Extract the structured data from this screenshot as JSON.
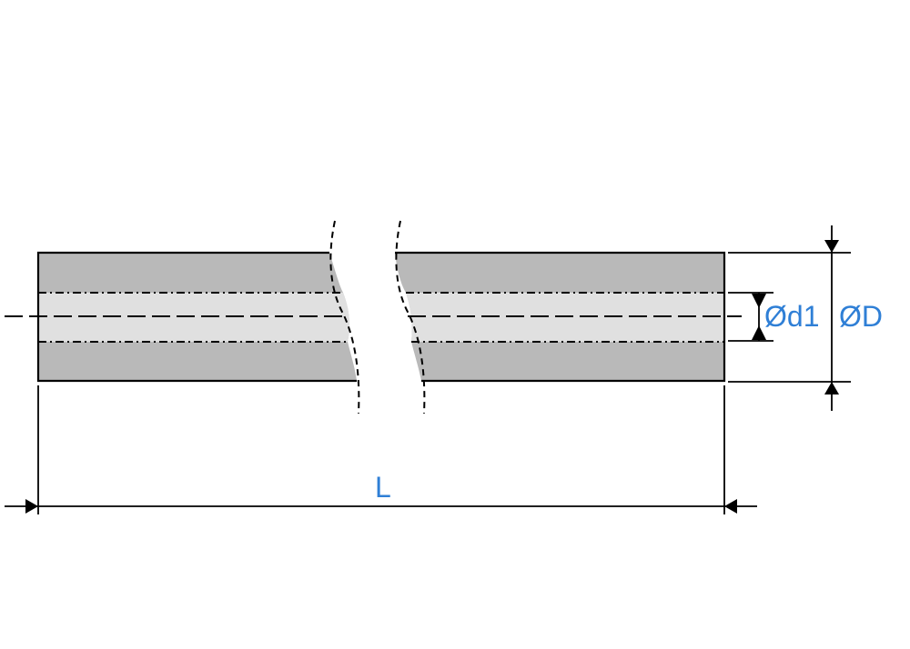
{
  "colors": {
    "wall": "#b9b9b9",
    "bore": "#e0e0e0",
    "line": "#000000",
    "label": "#2f7fd6"
  },
  "labels": {
    "inner_diameter": "Ød1",
    "outer_diameter": "ØD",
    "length": "L"
  }
}
